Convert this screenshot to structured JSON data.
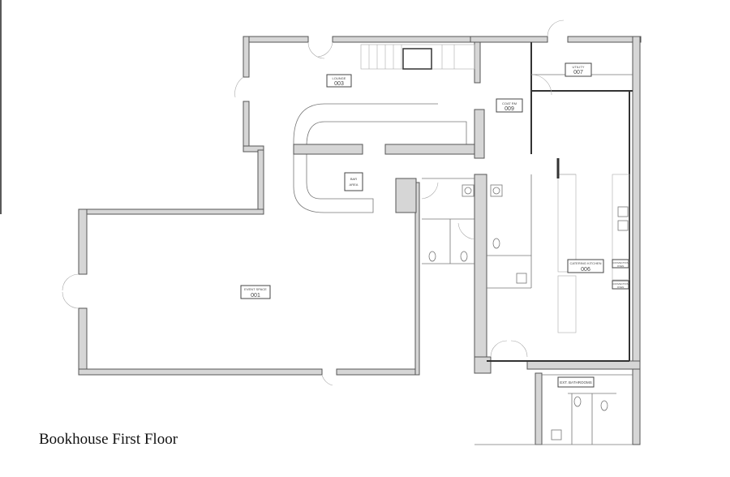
{
  "title": "Bookhouse First Floor",
  "rooms": {
    "lounge": {
      "name": "LOUNGE",
      "number": "003"
    },
    "coat_room": {
      "name": "COAT RM",
      "number": "009"
    },
    "utility": {
      "name": "UTILITY",
      "number": "007"
    },
    "bar": {
      "name": "BAR",
      "sub": "AREA"
    },
    "event_space": {
      "name": "EVENT SPACE",
      "number": "001"
    },
    "catering_kitchen": {
      "name": "CATERING KITCHEN",
      "number": "006"
    },
    "ext_bathrooms": {
      "name": "EXT. BATHROOMS"
    }
  },
  "equipment": {
    "oven_1": {
      "line1": "CONVECTION",
      "line2": "OVEN"
    },
    "oven_2": {
      "line1": "CONVECTION",
      "line2": "OVEN"
    }
  }
}
